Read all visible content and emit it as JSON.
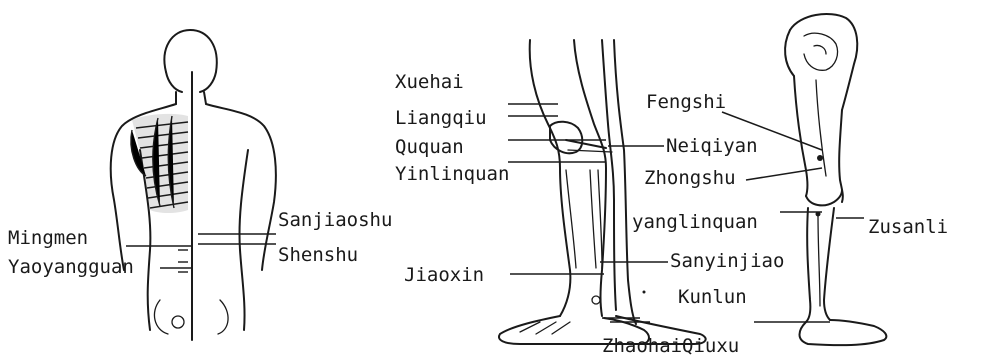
{
  "back_figure": {
    "labels": {
      "mingmen": "Mingmen",
      "yaoyangguan": "Yaoyangguan",
      "sanjiaoshu": "Sanjiaoshu",
      "shenshu": "Shenshu"
    }
  },
  "medial_leg_figure": {
    "labels": {
      "xuehai": "Xuehai",
      "liangqiu": "Liangqiu",
      "ququan": "Ququan",
      "yinlinquan": "Yinlinquan",
      "jiaoxin": "Jiaoxin",
      "neiqiyan": "Neiqiyan",
      "zhongshu": "Zhongshu",
      "yanglinquan": "yanglinquan",
      "sanyinjiao": "Sanyinjiao",
      "kunlun": "Kunlun",
      "zhaohai": "Zhaohai",
      "qiuxu": "Qiuxu"
    }
  },
  "lateral_leg_figure": {
    "labels": {
      "fengshi": "Fengshi",
      "zusanli": "Zusanli"
    }
  }
}
